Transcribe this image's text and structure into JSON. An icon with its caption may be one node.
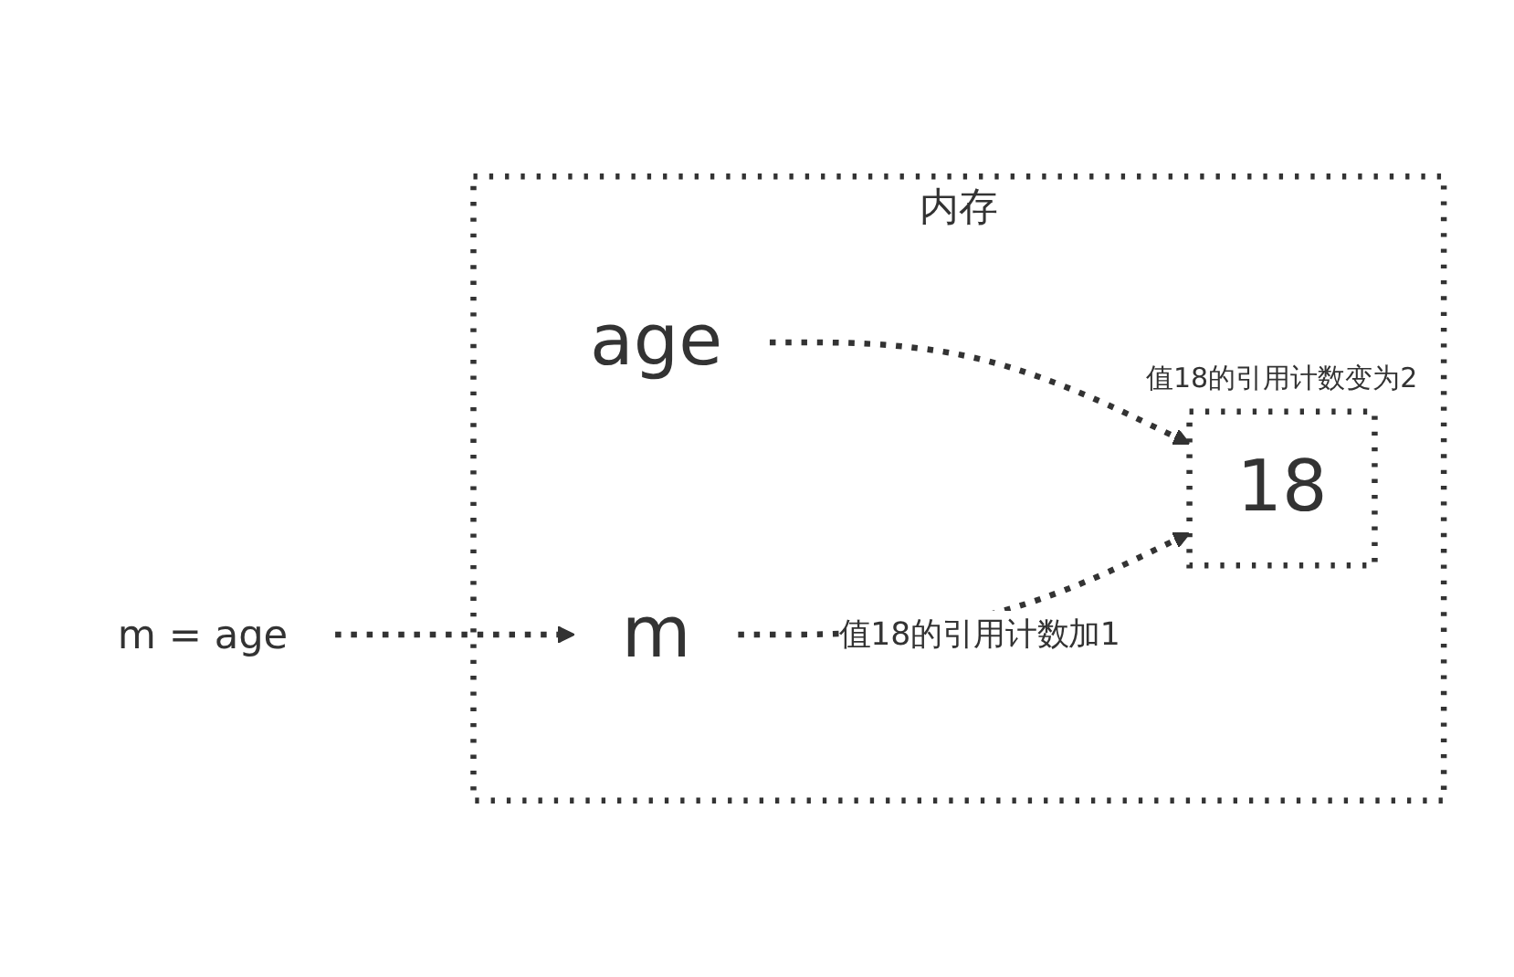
{
  "diagram": {
    "nodes": [
      {
        "text": [
          "内存"
        ]
      },
      {
        "text": [
          "age"
        ],
        "in": 0
      },
      {
        "text": [
          "18"
        ],
        "in": 0,
        "beside": [
          "值18的引用计数变为2"
        ]
      },
      {
        "text": [
          "m = age"
        ]
      },
      {
        "text": [
          "m"
        ],
        "in": 0
      }
    ],
    "edges": [
      {
        "from": 1,
        "to": 2,
        "arrow": "to",
        "style": "dashed"
      },
      {
        "from": 4,
        "to": 2,
        "arrow": "to",
        "style": "dashed",
        "label": "值18的引用计数加1"
      },
      {
        "from": 3,
        "to": 4,
        "arrow": "to",
        "style": "dashed"
      }
    ]
  }
}
